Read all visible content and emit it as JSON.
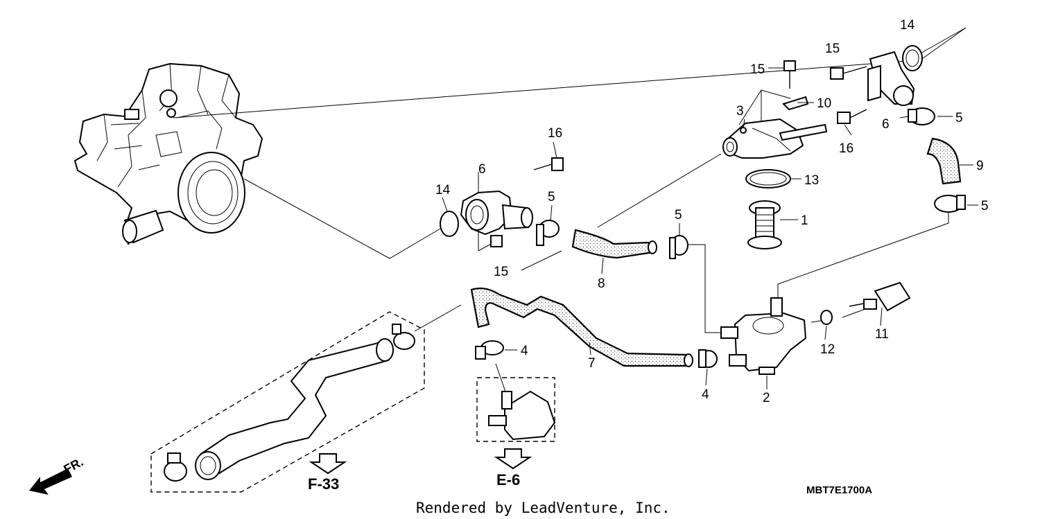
{
  "diagram": {
    "callouts": {
      "c1": "1",
      "c2": "2",
      "c3": "3",
      "c4a": "4",
      "c4b": "4",
      "c5a": "5",
      "c5b": "5",
      "c5c": "5",
      "c5d": "5",
      "c6a": "6",
      "c6b": "6",
      "c7": "7",
      "c8": "8",
      "c9": "9",
      "c10": "10",
      "c11": "11",
      "c12": "12",
      "c13": "13",
      "c14a": "14",
      "c14b": "14",
      "c15a": "15",
      "c15b": "15",
      "c15c": "15",
      "c16a": "16",
      "c16b": "16"
    },
    "references": {
      "f33": "F-33",
      "e6": "E-6"
    },
    "front_indicator": "FR.",
    "diagram_code": "MBT7E1700A",
    "credit": "Rendered by LeadVenture, Inc."
  },
  "colors": {
    "ink": "#000000",
    "paper": "#ffffff"
  }
}
